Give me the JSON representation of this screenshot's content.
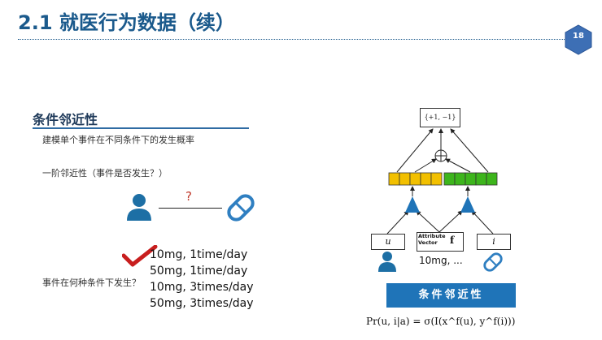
{
  "slide": {
    "title": "2.1 就医行为数据（续）",
    "page_number": "18"
  },
  "left": {
    "heading": "条件邻近性",
    "subtitle": "建模单个事件在不同条件下的发生概率",
    "first_order": "一阶邻近性（事件是否发生？）",
    "question_mark": "?",
    "condition_question": "事件在何种条件下发生？",
    "doses": [
      "10mg, 1time/day",
      "50mg, 1time/day",
      "10mg, 3times/day",
      "50mg, 3times/day"
    ]
  },
  "right": {
    "output_label": "{+1, −1}",
    "node_u": "u",
    "attr_line1": "Attribute",
    "attr_line2": "Vector",
    "attr_f": "f",
    "node_i": "i",
    "dose_label": "10mg, ...",
    "box_title": "条件邻近性",
    "formula": "Pr(u, i|a) = σ(I(x^f(u), y^f(i)))"
  },
  "colors": {
    "title_blue": "#1b5a8c",
    "accent_blue": "#1f74b8",
    "person_blue": "#1d6fa5",
    "check_red": "#c81e1e",
    "yellow_cells": "#f2c000",
    "green_cells": "#3db51c",
    "triangle_blue": "#1f74b8"
  },
  "icons": [
    "person-icon",
    "pill-icon",
    "checkmark-icon",
    "oplus-icon",
    "badge-hexagon-icon"
  ]
}
